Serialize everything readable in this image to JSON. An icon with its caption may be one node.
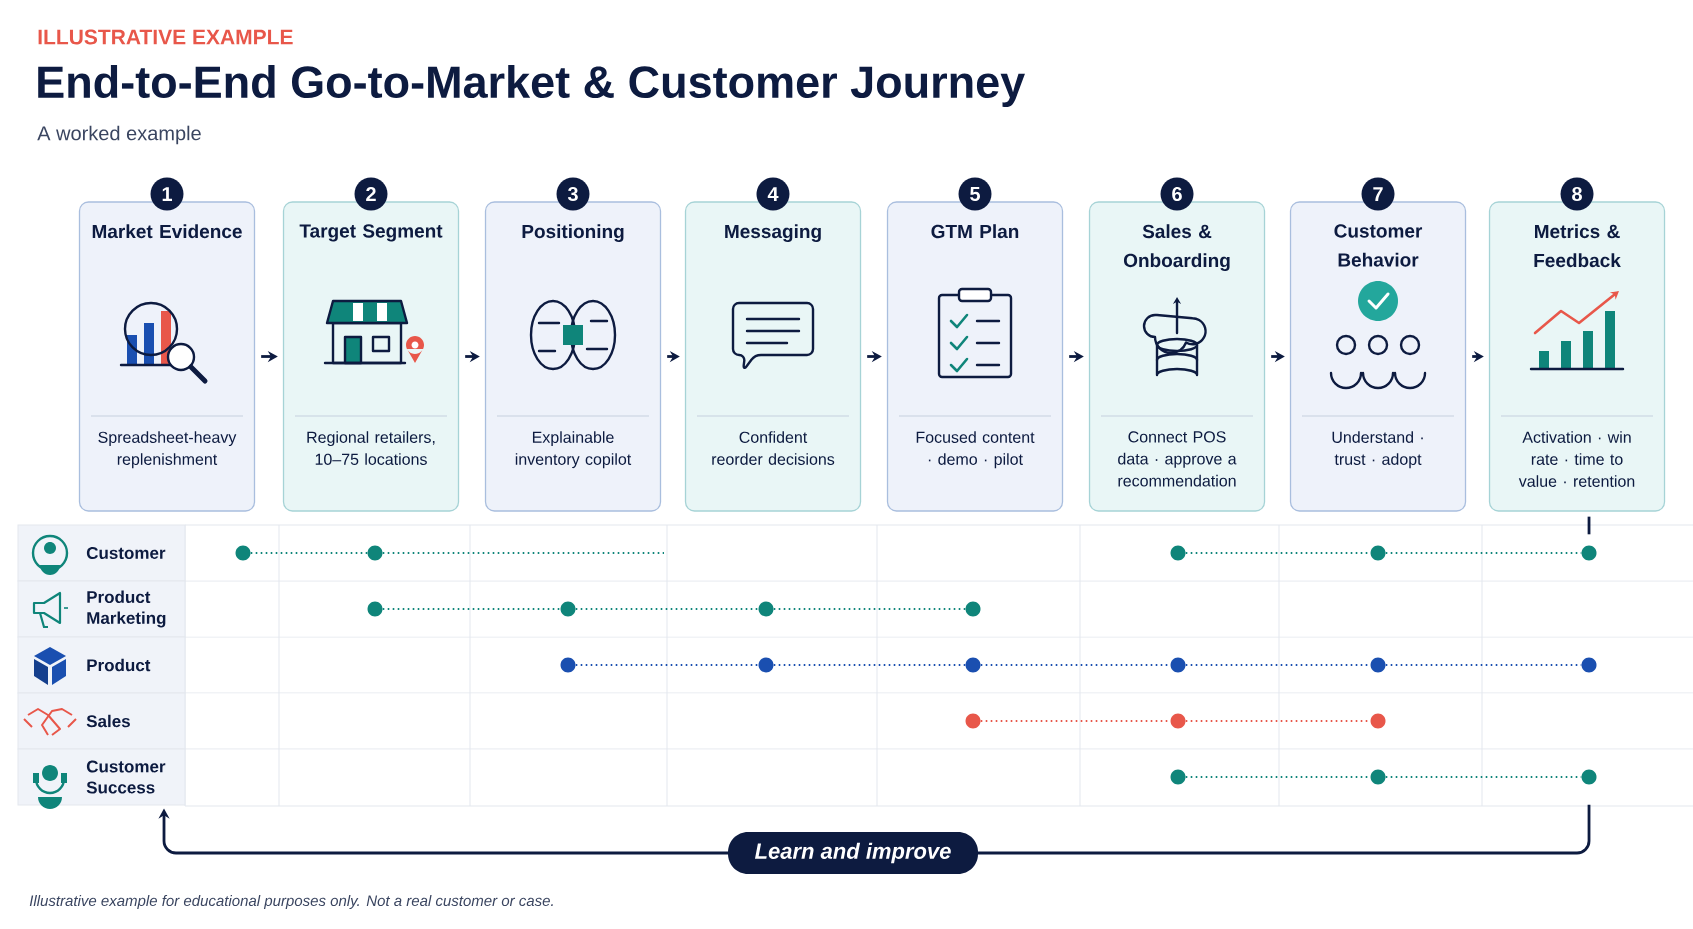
{
  "diagram": {
    "title": "End-to-End Go-to-Market & Customer Journey",
    "caption": "Illustrative example for educational purposes only. Not a real customer or case.",
    "labels": [
      "ILLUSTRATIVE EXAMPLE",
      "A worked example"
    ],
    "nodes": [
      {
        "text": [
          "1",
          "Market Evidence",
          "Spreadsheet-heavy replenishment"
        ]
      },
      {
        "text": [
          "2",
          "Target Segment",
          "Regional retailers, 10–75 locations"
        ]
      },
      {
        "text": [
          "3",
          "Positioning",
          "Explainable inventory copilot"
        ]
      },
      {
        "text": [
          "4",
          "Messaging",
          "Confident reorder decisions"
        ]
      },
      {
        "text": [
          "5",
          "GTM Plan",
          "Focused content · demo · pilot"
        ]
      },
      {
        "text": [
          "6",
          "Sales & Onboarding",
          "Connect POS data · approve a recommendation"
        ]
      },
      {
        "text": [
          "7",
          "Customer Behavior",
          "Understand · trust · adopt"
        ]
      },
      {
        "text": [
          "8",
          "Metrics & Feedback",
          "Activation · win rate · time to value · retention"
        ]
      },
      {
        "text": [
          "Customer"
        ]
      },
      {
        "text": [
          "Product Marketing"
        ]
      },
      {
        "text": [
          "Product"
        ]
      },
      {
        "text": [
          "Sales"
        ]
      },
      {
        "text": [
          "Customer Success"
        ]
      },
      {
        "text": [],
        "shape": "circle"
      },
      {
        "text": [],
        "shape": "circle"
      },
      {
        "text": [],
        "shape": "circle"
      },
      {
        "text": [],
        "shape": "circle"
      },
      {
        "text": [],
        "shape": "circle"
      },
      {
        "text": [],
        "shape": "circle"
      },
      {
        "text": [],
        "shape": "circle"
      },
      {
        "text": [],
        "shape": "circle"
      },
      {
        "text": [],
        "shape": "circle"
      },
      {
        "text": [],
        "shape": "circle"
      },
      {
        "text": [],
        "shape": "circle"
      },
      {
        "text": [],
        "shape": "circle"
      },
      {
        "text": [],
        "shape": "circle"
      },
      {
        "text": [],
        "shape": "circle"
      },
      {
        "text": [],
        "shape": "circle"
      },
      {
        "text": [],
        "shape": "circle"
      },
      {
        "text": [],
        "shape": "circle"
      },
      {
        "text": [],
        "shape": "circle"
      },
      {
        "text": [],
        "shape": "circle"
      },
      {
        "text": [],
        "shape": "circle"
      },
      {
        "text": [],
        "shape": "circle"
      }
    ],
    "edges": [
      {
        "from": 0,
        "to": 1,
        "arrow": "to"
      },
      {
        "from": 1,
        "to": 2,
        "arrow": "to"
      },
      {
        "from": 2,
        "to": 3,
        "arrow": "to"
      },
      {
        "from": 3,
        "to": 4,
        "arrow": "to"
      },
      {
        "from": 4,
        "to": 5,
        "arrow": "to"
      },
      {
        "from": 5,
        "to": 6,
        "arrow": "to"
      },
      {
        "from": 6,
        "to": 7,
        "arrow": "to"
      },
      {
        "from": 7,
        "to": 17,
        "arrow": "none"
      },
      {
        "from": 13,
        "to": 14,
        "arrow": "none",
        "style": "dashed",
        "color": "#0f857a"
      },
      {
        "from": 14,
        "to": null,
        "arrow": "none",
        "style": "dashed",
        "color": "#0f857a"
      },
      {
        "from": 15,
        "to": 16,
        "arrow": "none",
        "style": "dashed",
        "color": "#0f857a"
      },
      {
        "from": 16,
        "to": 17,
        "arrow": "none",
        "style": "dashed",
        "color": "#0f857a"
      },
      {
        "from": 18,
        "to": 19,
        "arrow": "none",
        "style": "dashed",
        "color": "#0f857a"
      },
      {
        "from": 19,
        "to": 20,
        "arrow": "none",
        "style": "dashed",
        "color": "#0f857a"
      },
      {
        "from": 20,
        "to": 21,
        "arrow": "none",
        "style": "dashed",
        "color": "#0f857a"
      },
      {
        "from": 22,
        "to": 23,
        "arrow": "none",
        "style": "dashed",
        "color": "#1a4fb0"
      },
      {
        "from": 23,
        "to": 24,
        "arrow": "none",
        "style": "dashed",
        "color": "#1a4fb0"
      },
      {
        "from": 24,
        "to": 25,
        "arrow": "none",
        "style": "dashed",
        "color": "#1a4fb0"
      },
      {
        "from": 25,
        "to": 26,
        "arrow": "none",
        "style": "dashed",
        "color": "#1a4fb0"
      },
      {
        "from": 26,
        "to": 27,
        "arrow": "none",
        "style": "dashed",
        "color": "#1a4fb0"
      },
      {
        "from": 28,
        "to": 29,
        "arrow": "none",
        "style": "dashed",
        "color": "#e8574a"
      },
      {
        "from": 29,
        "to": 30,
        "arrow": "none",
        "style": "dashed",
        "color": "#e8574a"
      },
      {
        "from": 31,
        "to": 32,
        "arrow": "none",
        "style": "dashed",
        "color": "#0f857a"
      },
      {
        "from": 32,
        "to": 33,
        "arrow": "none",
        "style": "dashed",
        "color": "#0f857a"
      },
      {
        "from": 33,
        "to": 12,
        "arrow": "to",
        "label": "Learn and improve"
      }
    ]
  }
}
